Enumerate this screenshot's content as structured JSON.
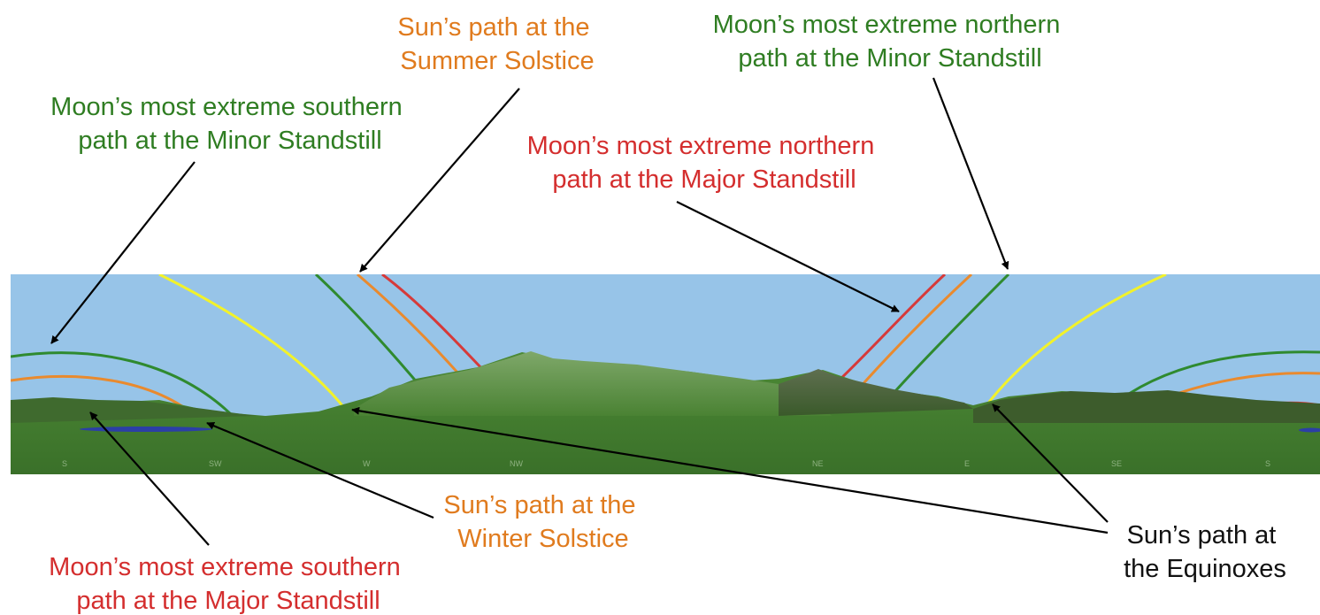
{
  "colors": {
    "sky": "#97c4e8",
    "ground": "#3f7a2d",
    "green_label": "#2f7d22",
    "orange_label": "#e07b1e",
    "red_label": "#d42e2e",
    "black_label": "#111111",
    "equinox_path": "#f2f22a",
    "moon_minor_path": "#2f8a2f",
    "sun_solstice_path": "#e98a2e",
    "moon_major_path": "#d63a3a",
    "moon_major_south_path": "#2b3fa6"
  },
  "labels": {
    "summer_solstice": [
      "Sun’s path at the",
      "Summer Solstice"
    ],
    "minor_north": [
      "Moon’s most extreme northern",
      "path at the Minor Standstill"
    ],
    "minor_south": [
      "Moon’s most extreme southern",
      "path at the Minor Standstill"
    ],
    "major_north": [
      "Moon’s most extreme northern",
      "path at the Major Standstill"
    ],
    "winter_solstice": [
      "Sun’s path at the",
      "Winter Solstice"
    ],
    "equinoxes": [
      "Sun’s path at",
      "the Equinoxes"
    ],
    "major_south": [
      "Moon’s most extreme southern",
      "path at the Major Standstill"
    ]
  },
  "compass_points": [
    "S",
    "SW",
    "W",
    "NW",
    "NE",
    "E",
    "SE",
    "S"
  ]
}
